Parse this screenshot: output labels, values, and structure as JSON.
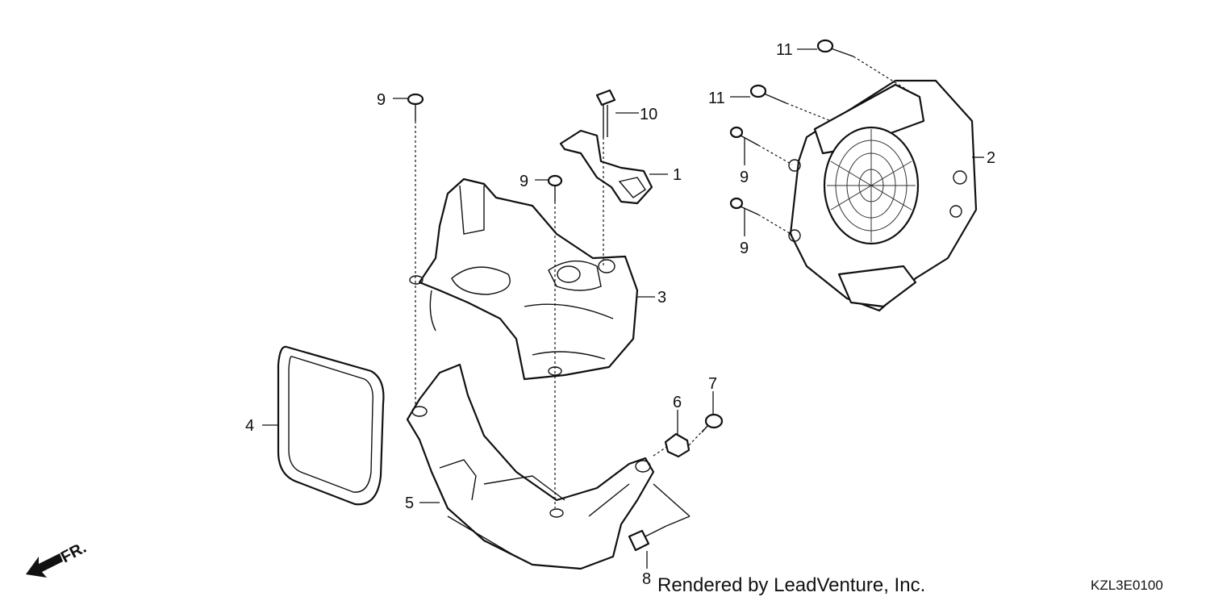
{
  "callouts": {
    "c1": "1",
    "c2": "2",
    "c3": "3",
    "c4": "4",
    "c5": "5",
    "c6": "6",
    "c7": "7",
    "c8": "8",
    "c9a": "9",
    "c9b": "9",
    "c9c": "9",
    "c9d": "9",
    "c10": "10",
    "c11a": "11",
    "c11b": "11"
  },
  "direction_arrow": {
    "label": "FR."
  },
  "footer": {
    "credit": "Rendered by LeadVenture, Inc.",
    "diagram_code": "KZL3E0100"
  }
}
